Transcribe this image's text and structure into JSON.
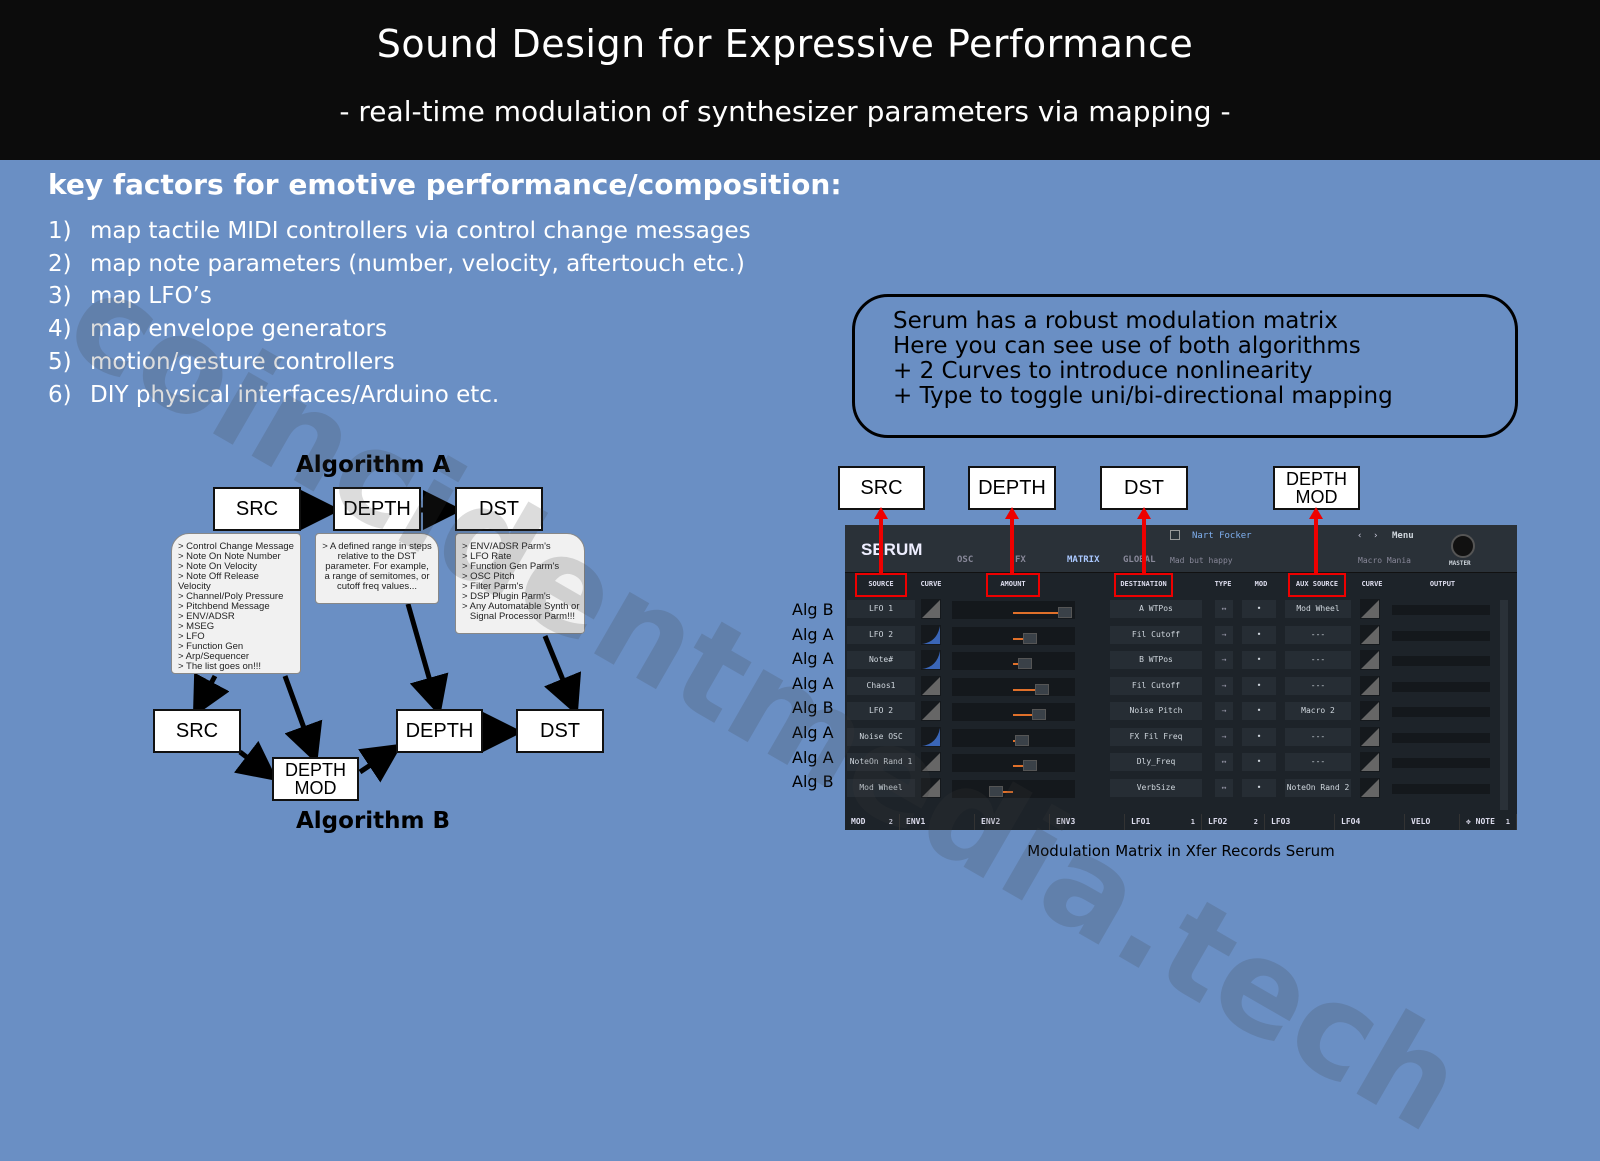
{
  "slide": {
    "title": "Sound Design for Expressive Performance",
    "subtitle": "-  real-time modulation of synthesizer parameters via mapping -",
    "watermark": "coincidentmedia.tech"
  },
  "key_factors": {
    "heading": "key factors for emotive performance/composition:",
    "items": [
      {
        "num": "1)",
        "text": "map tactile MIDI controllers via control change messages"
      },
      {
        "num": "2)",
        "text": "map note parameters (number, velocity, aftertouch etc.)"
      },
      {
        "num": "3)",
        "text": "map LFO’s"
      },
      {
        "num": "4)",
        "text": "map envelope generators"
      },
      {
        "num": "5)",
        "text": "motion/gesture controllers"
      },
      {
        "num": "6)",
        "text": "DIY physical interfaces/Arduino etc."
      }
    ]
  },
  "diagram": {
    "alg_a": "Algorithm A",
    "alg_b": "Algorithm B",
    "src": "SRC",
    "depth": "DEPTH",
    "dst": "DST",
    "depth_mod_1": "DEPTH",
    "depth_mod_2": "MOD",
    "src_list": [
      "> Control Change Message",
      "> Note On Note Number",
      "> Note On Velocity",
      "> Note Off Release Velocity",
      "> Channel/Poly Pressure",
      "> Pitchbend Message",
      "> ENV/ADSR",
      "> MSEG",
      "> LFO",
      "> Function Gen",
      "> Arp/Sequencer",
      "> The list goes on!!!"
    ],
    "depth_note": "> A defined range in steps relative to the DST parameter. For example, a range of semitomes, or cutoff freq values...",
    "dst_list": [
      "> ENV/ADSR Parm's",
      "> LFO Rate",
      "> Function Gen Parm's",
      "> OSC Pitch",
      "> Filter Parm's",
      "> DSP Plugin Parm's",
      "> Any Automatable Synth or",
      "   Signal Processor Parm!!!"
    ]
  },
  "serum_note": {
    "lines": [
      "Serum has a robust modulation matrix",
      "Here you can see use of both algorithms",
      "+  2 Curves to introduce nonlinearity",
      "+  Type to toggle uni/bi-directional mapping"
    ]
  },
  "labels": {
    "src": "SRC",
    "depth": "DEPTH",
    "dst": "DST",
    "depth_mod_1": "DEPTH",
    "depth_mod_2": "MOD"
  },
  "serum": {
    "logo": "SERUM",
    "tabs": [
      "OSC",
      "FX",
      "MATRIX",
      "GLOBAL"
    ],
    "active_tab": "MATRIX",
    "preset": "Nart Focker",
    "preset_desc": "Mad but happy",
    "menu": "Menu",
    "macro": "Macro Mania",
    "master": "MASTER",
    "headers": {
      "source": "SOURCE",
      "curve": "CURVE",
      "amount": "AMOUNT",
      "destination": "DESTINATION",
      "type": "TYPE",
      "mod": "MOD",
      "aux": "AUX SOURCE",
      "curve2": "CURVE",
      "output": "OUTPUT"
    },
    "rows": [
      {
        "alg": "Alg B",
        "source": "LFO 1",
        "curve": "linear",
        "amount": 0.9,
        "dest": "A WTPos",
        "type": "↔",
        "aux": "Mod Wheel"
      },
      {
        "alg": "Alg A",
        "source": "LFO 2",
        "curve": "curved",
        "amount": 0.3,
        "dest": "Fil Cutoff",
        "type": "→",
        "aux": "---"
      },
      {
        "alg": "Alg A",
        "source": "Note#",
        "curve": "curved",
        "amount": 0.2,
        "dest": "B WTPos",
        "type": "→",
        "aux": "---"
      },
      {
        "alg": "Alg A",
        "source": "Chaos1",
        "curve": "linear",
        "amount": 0.5,
        "dest": "Fil Cutoff",
        "type": "→",
        "aux": "---"
      },
      {
        "alg": "Alg B",
        "source": "LFO 2",
        "curve": "linear",
        "amount": 0.45,
        "dest": "Noise Pitch",
        "type": "→",
        "aux": "Macro 2"
      },
      {
        "alg": "Alg A",
        "source": "Noise OSC",
        "curve": "curved",
        "amount": 0.15,
        "dest": "FX Fil Freq",
        "type": "→",
        "aux": "---"
      },
      {
        "alg": "Alg A",
        "source": "NoteOn Rand 1",
        "curve": "linear",
        "amount": 0.3,
        "dest": "Dly_Freq",
        "type": "↔",
        "aux": "---"
      },
      {
        "alg": "Alg B",
        "source": "Mod Wheel",
        "curve": "linear",
        "amount": -0.3,
        "dest": "VerbSize",
        "type": "↔",
        "aux": "NoteOn Rand 2"
      }
    ],
    "bottom_tabs": [
      {
        "label": "MOD",
        "count": "2"
      },
      {
        "label": "ENV1",
        "count": ""
      },
      {
        "label": "ENV2",
        "count": ""
      },
      {
        "label": "ENV3",
        "count": ""
      },
      {
        "label": "LFO1",
        "count": "1"
      },
      {
        "label": "LFO2",
        "count": "2"
      },
      {
        "label": "LFO3",
        "count": ""
      },
      {
        "label": "LFO4",
        "count": ""
      },
      {
        "label": "VELO",
        "count": ""
      },
      {
        "label": "✥ NOTE",
        "count": "1"
      }
    ]
  },
  "caption": "Modulation Matrix in Xfer Records Serum",
  "colors": {
    "background": "#6a8fc4",
    "header": "#0c0c0c",
    "highlight": "#e00000",
    "amount": "#e0702a",
    "curve_blue": "#3a66b8"
  }
}
